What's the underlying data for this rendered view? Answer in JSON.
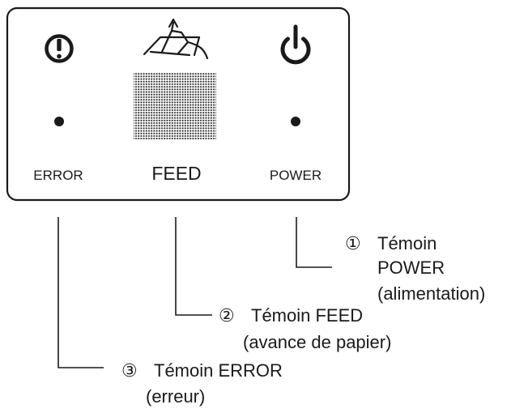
{
  "panel": {
    "error_label": "ERROR",
    "feed_label": "FEED",
    "power_label": "POWER"
  },
  "callouts": [
    {
      "number": "①",
      "line1": "Témoin",
      "line2": "POWER",
      "line3": "(alimentation)"
    },
    {
      "number": "②",
      "line1": "Témoin FEED",
      "line2": "(avance de papier)"
    },
    {
      "number": "③",
      "line1": "Témoin ERROR",
      "line2": "(erreur)"
    }
  ],
  "icons": {
    "error": "exclamation-circle-icon",
    "feed": "paper-feed-icon",
    "power": "power-icon"
  }
}
